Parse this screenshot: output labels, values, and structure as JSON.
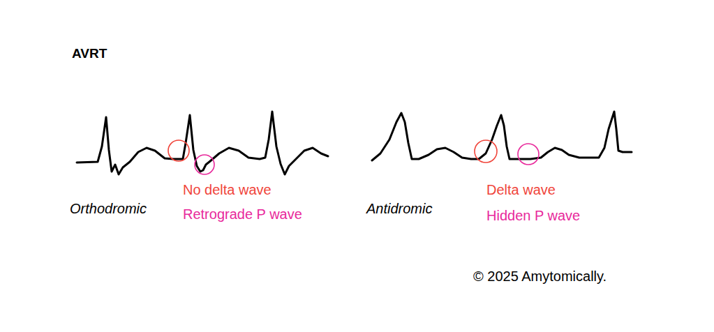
{
  "diagram": {
    "title": "AVRT",
    "labels": [
      "No delta wave",
      "Retrograde P wave",
      "Orthodromic",
      "Delta wave",
      "Hidden P wave",
      "Antidromic",
      "© 2025 Amytomically."
    ]
  }
}
